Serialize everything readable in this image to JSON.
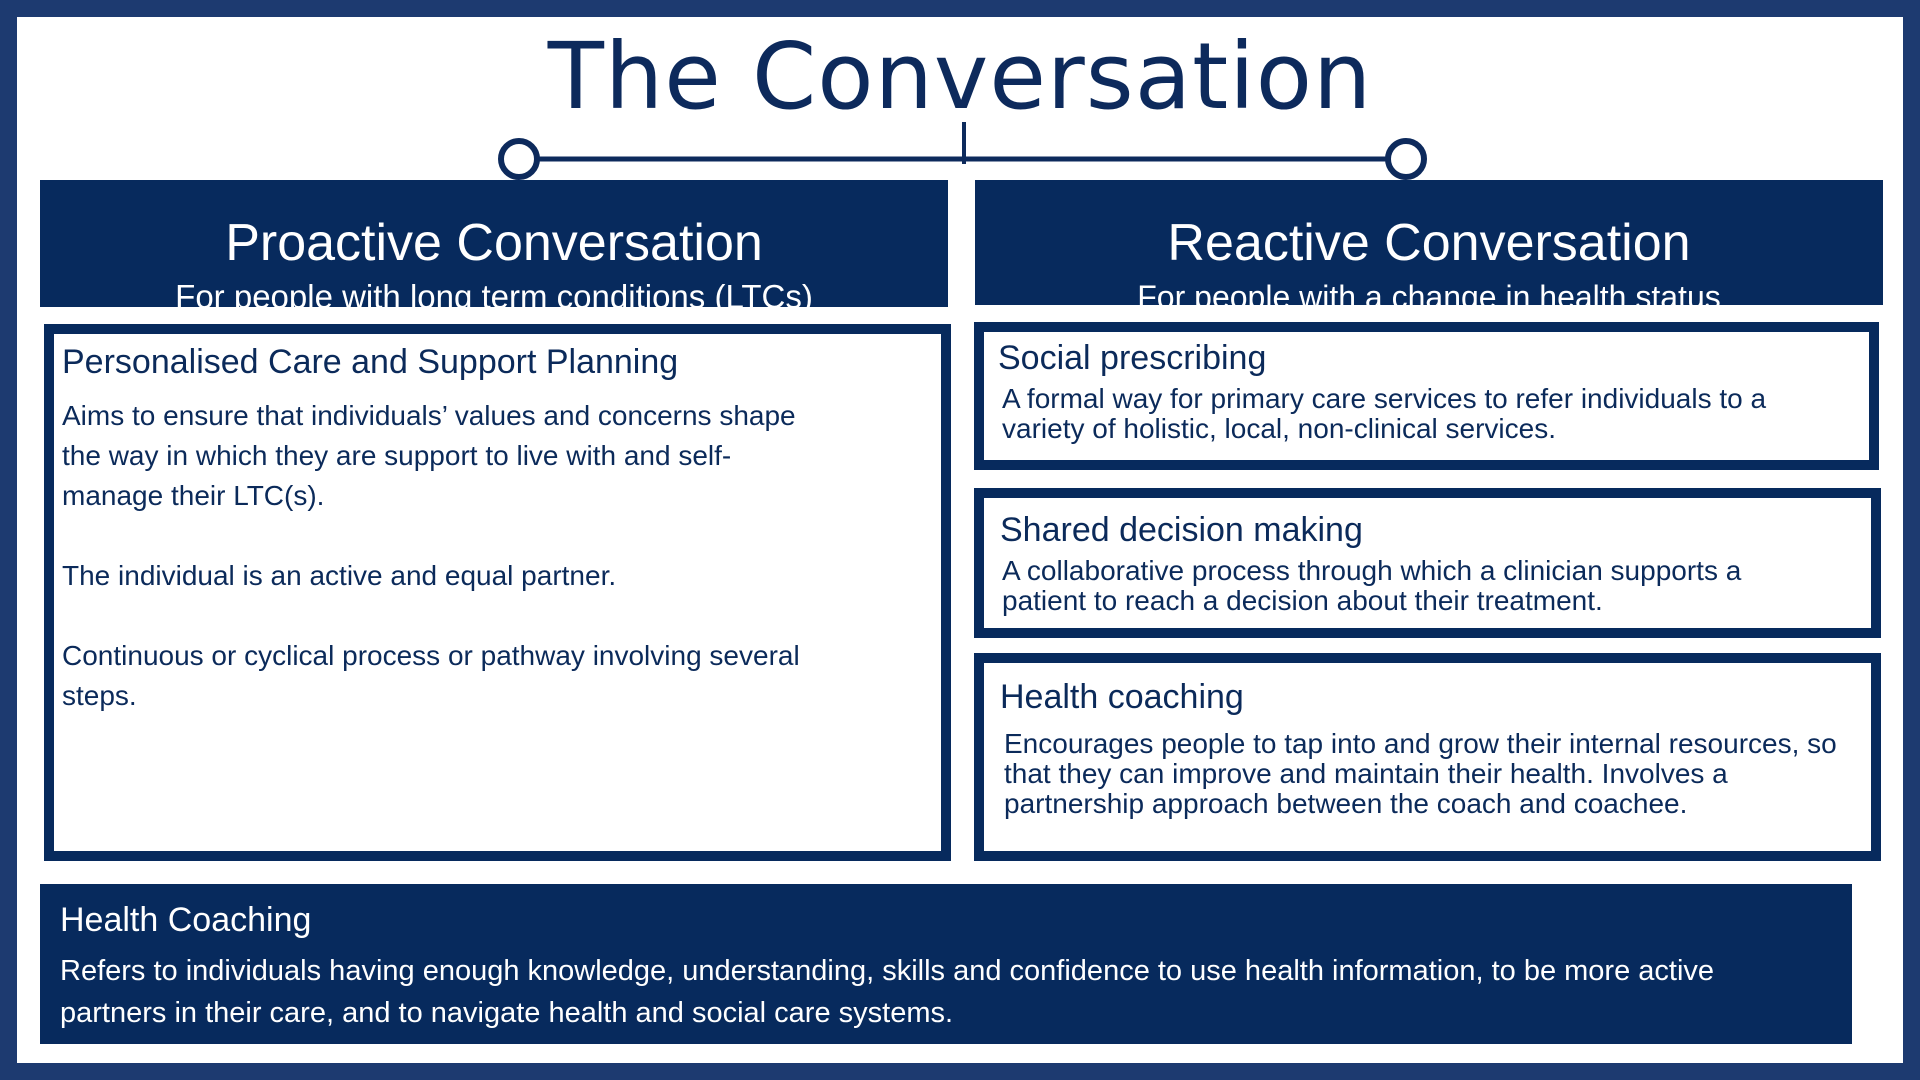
{
  "title": "The Conversation",
  "colors": {
    "navy": "#072a5d",
    "border": "#1d3a70",
    "text": "#0b2a5a",
    "background": "#ffffff"
  },
  "proactive": {
    "title": "Proactive Conversation",
    "subtitle": "For people with long term conditions (LTCs)",
    "box": {
      "title": "Personalised Care and Support Planning",
      "paragraphs": [
        "Aims to ensure that individuals’ values and concerns shape the way in which they are support to live with and self-manage their LTC(s).",
        "The individual is an active and equal partner.",
        "Continuous or cyclical process or pathway involving several steps."
      ]
    }
  },
  "reactive": {
    "title": "Reactive Conversation",
    "subtitle": "For people with a change in health status",
    "boxes": [
      {
        "title": "Social prescribing",
        "body": "A formal way for primary care services to refer individuals to a variety of holistic, local, non-clinical services."
      },
      {
        "title": "Shared decision making",
        "body": "A collaborative process through which a clinician supports a patient to reach a decision about their treatment."
      },
      {
        "title": "Health coaching",
        "body": "Encourages people to tap into and grow their internal resources, so that they can improve and maintain their health. Involves a partnership approach between the coach and coachee."
      }
    ]
  },
  "banner": {
    "title": "Health Coaching",
    "body": "Refers to individuals having enough knowledge, understanding, skills and confidence to use health information, to be more active partners in their care, and to navigate health and social care systems."
  }
}
